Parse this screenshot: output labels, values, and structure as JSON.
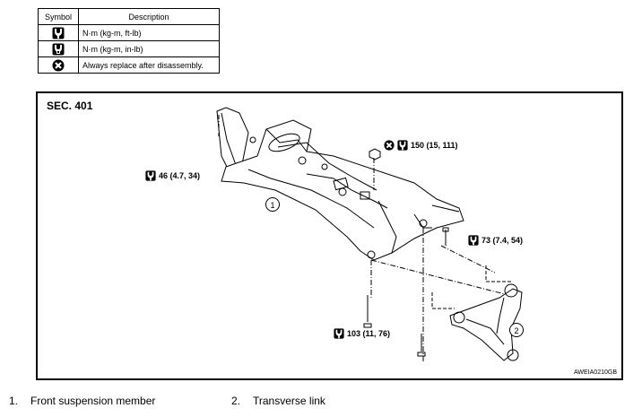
{
  "legend": {
    "header_symbol": "Symbol",
    "header_description": "Description",
    "rows": [
      {
        "icon": "torque-wrench-ftlb-icon",
        "text": "N·m (kg-m, ft-lb)"
      },
      {
        "icon": "torque-wrench-inlb-icon",
        "text": "N·m (kg-m, in-lb)"
      },
      {
        "icon": "always-replace-icon",
        "text": "Always replace after disassembly."
      }
    ]
  },
  "figure": {
    "section": "SEC. 401",
    "code": "AWEIA0210GB",
    "callouts": {
      "c46": "46 (4.7, 34)",
      "c150": "150 (15, 111)",
      "c73": "73 (7.4, 54)",
      "c103": "103 (11, 76)"
    },
    "part_numbers": {
      "p1": "1",
      "p2": "2"
    }
  },
  "captions": [
    {
      "num": "1.",
      "label": "Front suspension member"
    },
    {
      "num": "2.",
      "label": "Transverse link"
    }
  ]
}
